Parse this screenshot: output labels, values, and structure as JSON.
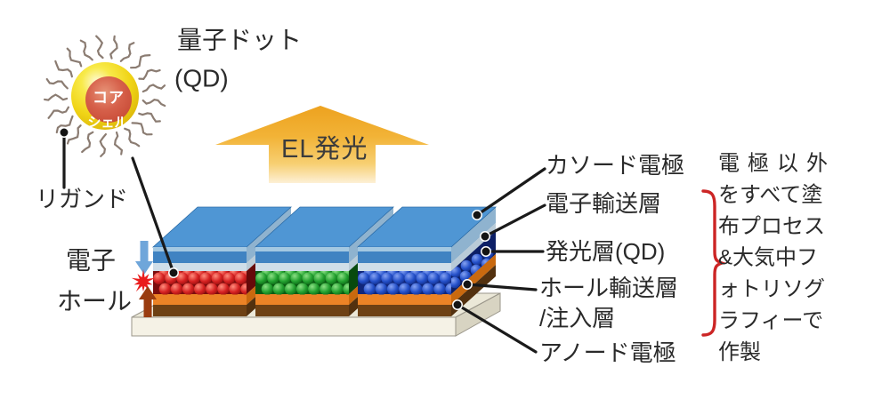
{
  "qd_illustration": {
    "title": "量子ドット",
    "title_sub": "(QD)",
    "core_label": "コア",
    "shell_label": "シェル",
    "ligand_label": "リガンド",
    "ligand_color": "#8b7c72",
    "shell_color": "#f0d416",
    "core_color": "#d6604a"
  },
  "carriers": {
    "electron_label": "電子",
    "hole_label": "ホール",
    "electron_arrow_color": "#6fa6da",
    "hole_arrow_color": "#9a3c10",
    "recombination_star_color": "#ea1c1c"
  },
  "emission_arrow": {
    "label": "EL発光"
  },
  "device": {
    "labels": {
      "cathode": "カソード電極",
      "etl": "電子輸送層",
      "eml": "発光層(QD)",
      "htl": "ホール輸送層",
      "htl2": "/注入層",
      "anode": "アノード電極"
    },
    "eml_label_color": "#d42525",
    "stacks": [
      {
        "name": "red-pixel",
        "sphere_light": "#ff8d7d",
        "sphere_base": "#d62222",
        "sphere_dark": "#8e0d0d",
        "backdrop": "#7c0d0d",
        "backdrop_side": "#660a0a"
      },
      {
        "name": "green-pixel",
        "sphere_light": "#8ce084",
        "sphere_base": "#23a130",
        "sphere_dark": "#0a5f12",
        "backdrop": "#0a5a12",
        "backdrop_side": "#084a0e"
      },
      {
        "name": "blue-pixel",
        "sphere_light": "#85a2f2",
        "sphere_base": "#2450c9",
        "sphere_dark": "#10297e",
        "backdrop": "#10267a",
        "backdrop_side": "#0c1f66"
      }
    ],
    "layer_colors": {
      "cathode_top": "#4f96d4",
      "cathode_front": "#4083c2",
      "cathode_front_highlight": "#a3c8e2",
      "cathode_side": "#8fb3cf",
      "etl_front": "#cfdee9",
      "etl_side": "#b9cbd7",
      "htl_front": "#ec8326",
      "htl_side": "#c9690f",
      "anode_front": "#6e4114",
      "anode_side": "#53310f",
      "substrate_top": "#ebe8d8",
      "substrate_front": "#f5f2e6",
      "substrate_side": "#d8d4c2"
    }
  },
  "process_note": {
    "color": "#cc2525",
    "lines": [
      "電極以外",
      "をすべて塗",
      "布プロセス",
      "&大気中フ",
      "ォトリソグ",
      "ラフィーで",
      "作製"
    ]
  }
}
